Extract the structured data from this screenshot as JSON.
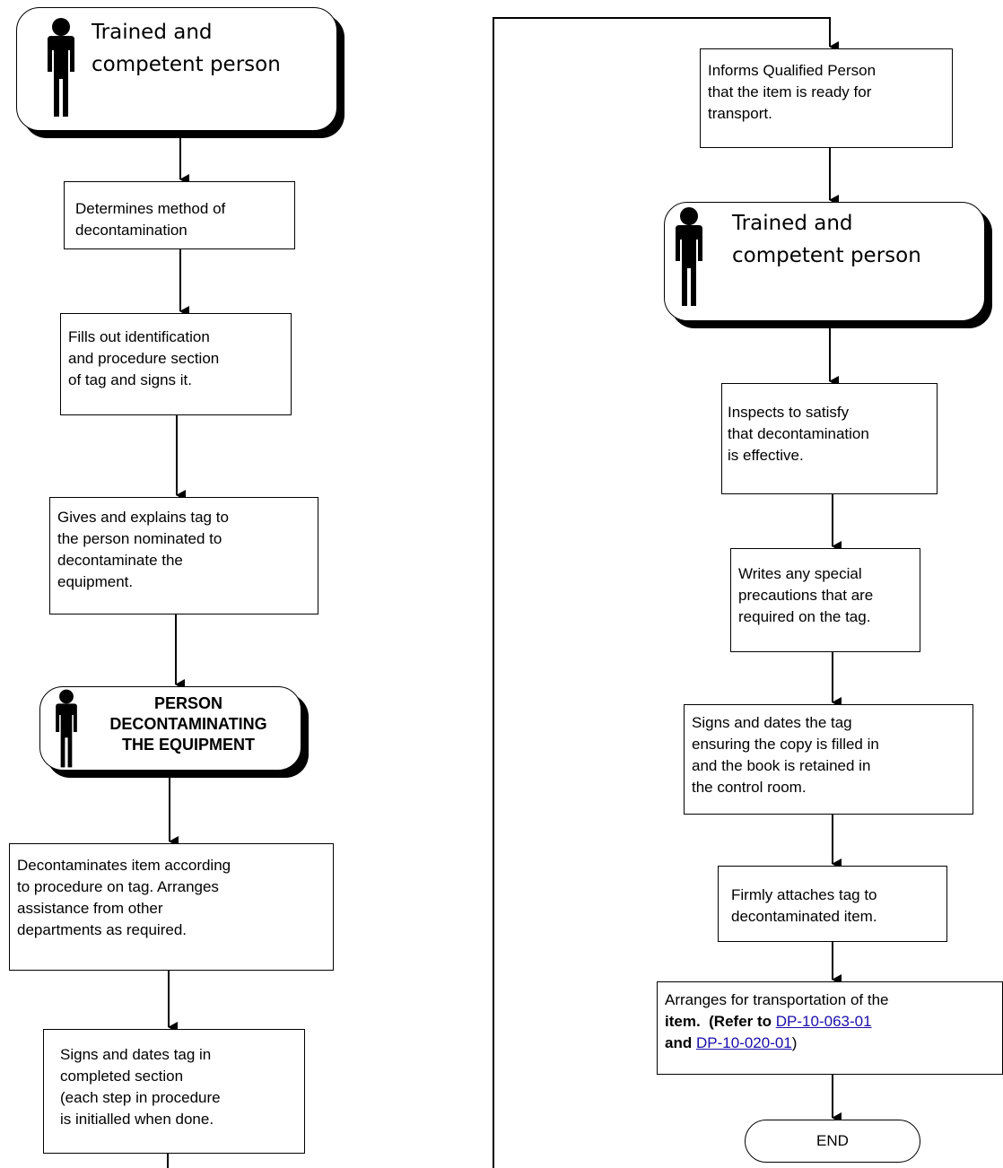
{
  "actors": {
    "actor1": {
      "line1": "Trained and",
      "line2": "competent person"
    },
    "actor2": {
      "line1": "PERSON",
      "line2": "DECONTAMINATING",
      "line3": "THE EQUIPMENT"
    },
    "actor3": {
      "line1": "Trained and",
      "line2": "competent person"
    }
  },
  "steps": {
    "s1": [
      "Determines method of",
      "decontamination"
    ],
    "s2": [
      "Fills out identification",
      "and procedure section",
      "of tag and signs it."
    ],
    "s3": [
      "Gives and explains tag to",
      "the person nominated to",
      "decontaminate the",
      "equipment."
    ],
    "s4": [
      "Decontaminates item according",
      "to procedure on tag.  Arranges",
      "assistance from other",
      "departments as required."
    ],
    "s5": [
      "Signs and dates tag in",
      "completed section",
      "(each step in procedure",
      "is initialled when done."
    ],
    "s6": [
      "Informs Qualified Person",
      "that the item is ready for",
      "transport."
    ],
    "s7": [
      "Inspects to satisfy",
      "that decontamination",
      "is effective."
    ],
    "s8": [
      "Writes any special",
      "precautions that are",
      "required on the tag."
    ],
    "s9": [
      "Signs and dates the tag",
      "ensuring the copy is filled in",
      "and the book is retained in",
      "the control room."
    ],
    "s10": [
      "Firmly attaches tag to",
      "decontaminated item."
    ]
  },
  "final_step": {
    "line1": "Arranges for transportation of the",
    "item_word": "item.",
    "refer_text": "(Refer to",
    "link1": "DP-10-063-01",
    "and_word": "and",
    "link2": "DP-10-020-01",
    "close_paren": ")"
  },
  "end_label": "END"
}
